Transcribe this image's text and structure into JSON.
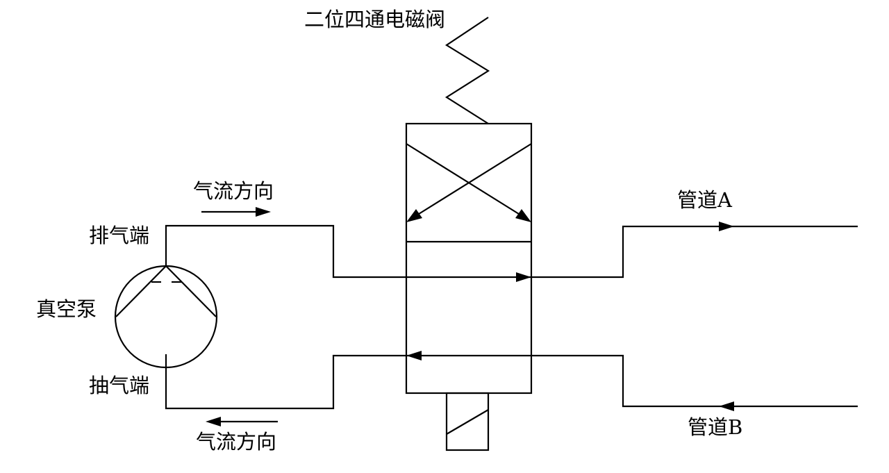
{
  "labels": {
    "valve": "二位四通电磁阀",
    "flow_top": "气流方向",
    "flow_bottom": "气流方向",
    "pipe_a": "管道A",
    "pipe_b": "管道B",
    "exhaust": "排气端",
    "pump": "真空泵",
    "intake": "抽气端"
  },
  "colors": {
    "line": "#000000",
    "background": "#ffffff"
  }
}
